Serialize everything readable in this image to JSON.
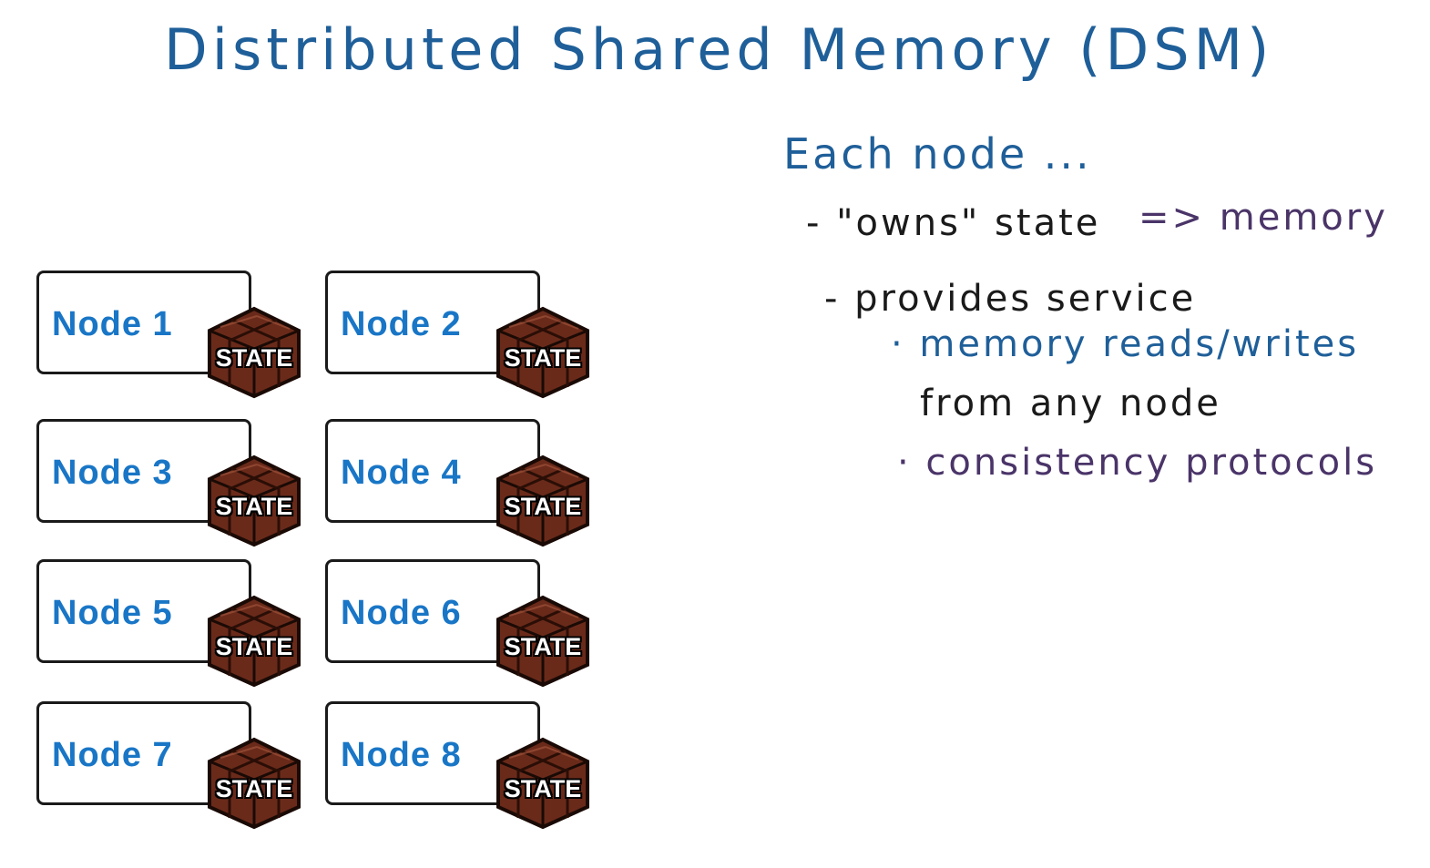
{
  "title": "Distributed Shared Memory (DSM)",
  "notes": {
    "heading": "Each node ...",
    "bullet1_main": "- \"owns\" state",
    "bullet1_arrow": "=> memory",
    "bullet2": "- provides service",
    "sub1_line1": "· memory reads/writes",
    "sub1_line2": "from any node",
    "sub2": "· consistency protocols"
  },
  "nodes": [
    "Node 1",
    "Node 2",
    "Node 3",
    "Node 4",
    "Node 5",
    "Node 6",
    "Node 7",
    "Node 8"
  ],
  "state_label": "STATE",
  "colors": {
    "title": "#1f5f99",
    "note_dark": "#1a1a1a",
    "note_blue": "#1f5f99",
    "note_purple": "#4a3468",
    "node_label": "#1976c6",
    "state_box": "#6a2a1a"
  }
}
